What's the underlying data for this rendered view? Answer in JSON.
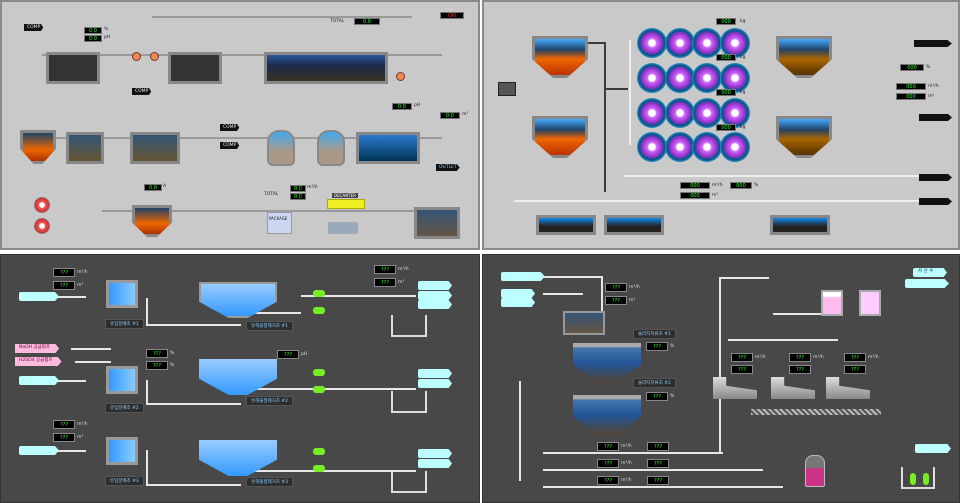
{
  "panel_tl": {
    "comp": "COMP",
    "readout": "0.0",
    "units": {
      "flow": "m³/h",
      "ph": "pH",
      "amp": "A",
      "pct": "%",
      "vol": "m³"
    },
    "total": "TOTAL",
    "package": "PACKAGE",
    "decanter": "DECANTER",
    "outlet": "OUTLET",
    "alarm": "ON"
  },
  "panel_tr": {
    "weight_unit": "kg",
    "readout": "000",
    "units": {
      "pct": "%",
      "flow": "m³/h",
      "vol": "m³"
    }
  },
  "panel_bl": {
    "readout": "???",
    "naoh": "NaOH 공급펌프",
    "h2so4": "H2SO4 공급펌프",
    "units": {
      "flow": "m³/h",
      "vol": "m³",
      "pct": "%",
      "ph": "pH"
    },
    "tanks": [
      "유입분배조 #1",
      "유입분배조 #2",
      "유입분배조 #3"
    ],
    "clarifiers": [
      "유해물질제거조 #1",
      "유해물질제거조 #2",
      "유해물질제거조 #3"
    ]
  },
  "panel_br": {
    "readout": "???",
    "seosan": "서 산 수",
    "units": {
      "flow": "m³/h",
      "vol": "m³",
      "pct": "%"
    },
    "tanks": [
      "슬러지저류조 #1",
      "슬러지저류조 #2"
    ]
  }
}
